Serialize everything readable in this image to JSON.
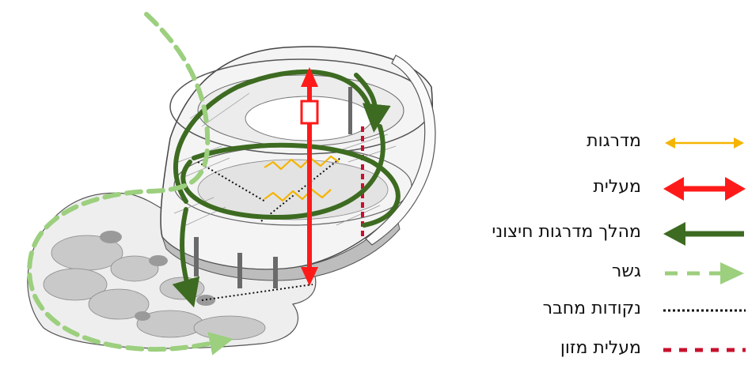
{
  "colors": {
    "stairs": "#f5b400",
    "elevator": "#ff1a1a",
    "outer_path": "#3d6b21",
    "bridge": "#9ccf7e",
    "connector": "#111111",
    "freight": "#c8102e"
  },
  "legend": [
    {
      "label": "מדרגות",
      "symbol": "stairs-arrow"
    },
    {
      "label": "מעלית",
      "symbol": "elevator-arrow"
    },
    {
      "label": "מהלך מדרגות חיצוני",
      "symbol": "outer-stair-path-arrow"
    },
    {
      "label": "גשר",
      "symbol": "bridge-dashed-arrow"
    },
    {
      "label": "נקודות מחבר",
      "symbol": "dotted-line"
    },
    {
      "label": "מעלית מזון",
      "symbol": "red-dashed-line"
    }
  ]
}
